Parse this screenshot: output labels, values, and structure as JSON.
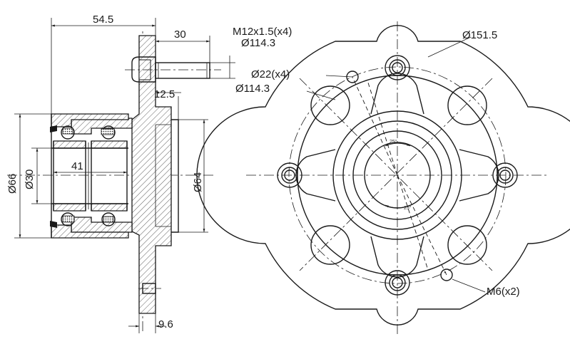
{
  "dimensions": {
    "width_overall": "54.5",
    "stud_length": "30",
    "stud_offset": "12.5",
    "flange_thickness": "9.6",
    "bearing_od": "Ø66",
    "bearing_id": "Ø30",
    "bearing_width": "41",
    "hub_pilot": "Ø64",
    "stud_thread": "M12x1.5(x4)",
    "stud_pcd": "Ø114.3",
    "flange_od": "Ø151.5",
    "holes": "Ø22(x4)",
    "holes_pcd": "Ø114.3",
    "tapped_holes": "M6(x2)",
    "angle_upper": "25°",
    "angle_lower": "25°"
  }
}
